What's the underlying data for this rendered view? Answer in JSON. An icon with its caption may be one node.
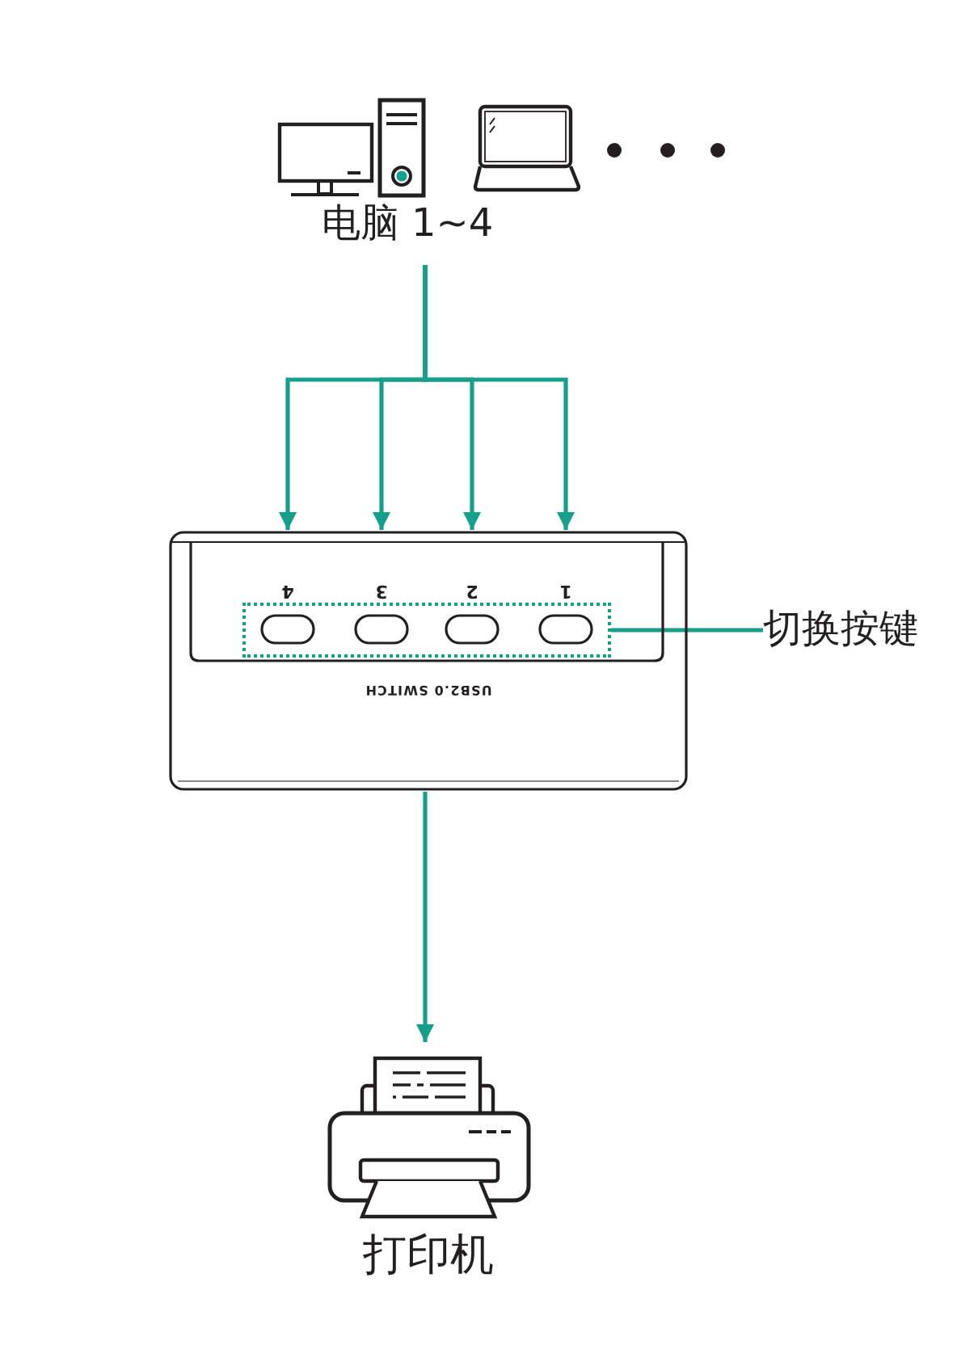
{
  "diagram": {
    "nodes": [
      {
        "text": [
          "电脑 1~4"
        ]
      },
      {
        "text": [
          "4",
          "3",
          "2",
          "1",
          "USB2.0 SWITCH"
        ]
      },
      {
        "text": [],
        "shape": "box",
        "in": 1
      },
      {
        "text": [
          "切换按键"
        ]
      },
      {
        "text": [
          "打印机"
        ]
      }
    ],
    "edges": [
      {
        "from": 0,
        "to": 1,
        "arrow": "to"
      },
      {
        "from": 0,
        "to": 1,
        "arrow": "to"
      },
      {
        "from": 0,
        "to": 1,
        "arrow": "to"
      },
      {
        "from": 0,
        "to": 1,
        "arrow": "to"
      },
      {
        "from": 3,
        "to": 2,
        "arrow": "none"
      },
      {
        "from": 1,
        "to": 4,
        "arrow": "to"
      }
    ]
  }
}
